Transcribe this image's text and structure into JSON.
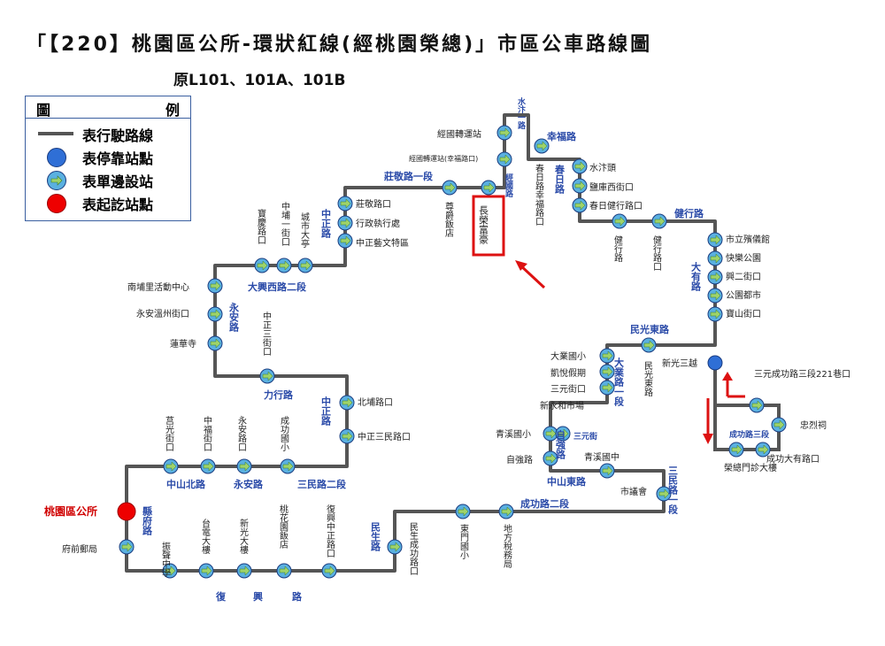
{
  "title": "「【220】桃園區公所-環狀紅線(經桃園榮總)」市區公車路線圖",
  "subtitle": "原L101、101A、101B",
  "legend": {
    "header_left": "圖",
    "header_right": "例",
    "items": [
      {
        "label": "表行駛路線",
        "kind": "line",
        "color": "#555555"
      },
      {
        "label": "表停靠站點",
        "kind": "dot",
        "color": "#2f6fd6"
      },
      {
        "label": "表單邊設站",
        "kind": "arrowdot",
        "color": "#5ab0e0"
      },
      {
        "label": "表起訖站點",
        "kind": "dot",
        "color": "#ee0000"
      }
    ]
  },
  "terminal": "桃園區公所",
  "highlight_stop": "長榮富豪",
  "stops": [
    "府前郵局",
    "振聲中學",
    "台電大樓",
    "新光大樓",
    "桃花園飯店",
    "復興中正路口",
    "民生成功路口",
    "東門國小",
    "地方稅務局",
    "市議會",
    "青溪國中",
    "自強路",
    "青溪國小",
    "新永和市場",
    "三元街口",
    "凱悅假期",
    "大業國小",
    "新光三越",
    "三元成功路三段221巷口",
    "忠烈祠",
    "成功大有路口",
    "榮總門診大樓",
    "寶山街口",
    "公園都市",
    "興二街口",
    "快樂公園",
    "市立殯儀館",
    "健行路口",
    "健行路",
    "春日健行路口",
    "鹽庫西街口",
    "水汴頭",
    "春日路幸福路口",
    "經國轉運站",
    "經國轉運站(幸福路口)",
    "長榮富豪",
    "尊爵飯店",
    "中正藝文特區",
    "行政執行處",
    "莊敬路口",
    "城市大亭",
    "中埔一街口",
    "寶慶路口",
    "南埔里活動中心",
    "永安溫州街口",
    "蓮華寺",
    "中正三街口",
    "北埔路口",
    "中正三民路口",
    "成功國小",
    "永安路口",
    "中福街口",
    "莒光街口"
  ],
  "roads": [
    "縣府路",
    "中山北路",
    "永安路",
    "三民路二段",
    "復",
    "興",
    "路",
    "民生路",
    "成功路二段",
    "三民路一段",
    "中山東路",
    "自強路",
    "三元街",
    "大業路一段",
    "民光東路",
    "大有路",
    "成功路三段",
    "健行路",
    "春日路",
    "幸福路",
    "經國路",
    "莊敬路一段",
    "中正路",
    "大興西路二段",
    "永安路",
    "力行路",
    "中正路",
    "水汴一路",
    "民光東路"
  ],
  "colors": {
    "route": "#555555",
    "stop": "#2f6fd6",
    "side": "#5ab0e0",
    "terminal": "#ee0000",
    "highlight": "#dd1111"
  }
}
